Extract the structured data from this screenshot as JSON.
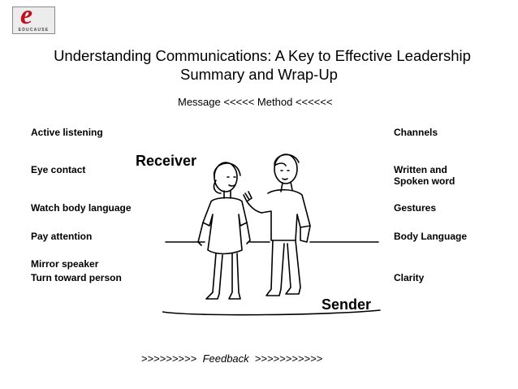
{
  "logo": {
    "letter": "e",
    "word": "EDUCAUSE"
  },
  "title": {
    "line1": "Understanding Communications: A Key to Effective Leadership",
    "line2": "Summary and Wrap-Up"
  },
  "subtitle": "Message  <<<<<  Method <<<<<<",
  "left_items": [
    "Active listening",
    "Eye contact",
    "Watch body language",
    "Pay attention",
    "Mirror speaker",
    "Turn toward person"
  ],
  "right_items": [
    "Channels",
    "Written and",
    "Spoken word",
    "Gestures",
    "Body Language",
    "Clarity"
  ],
  "receiver_label": "Receiver",
  "sender_label": "Sender",
  "feedback": {
    "prefix": ">>>>>>>>>  ",
    "word": "Feedback",
    "suffix": "  >>>>>>>>>>>"
  }
}
